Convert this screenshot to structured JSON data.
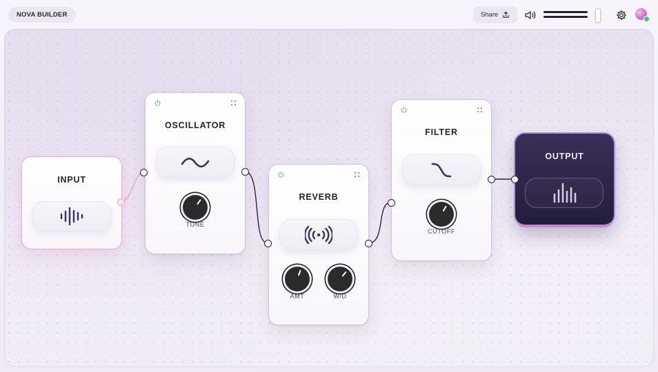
{
  "app": {
    "title": "NOVA BUILDER"
  },
  "toolbar": {
    "share_label": "Share",
    "volume_level": 0.85
  },
  "nodes": {
    "input": {
      "title": "INPUT"
    },
    "oscillator": {
      "title": "OSCILLATOR",
      "knobs": [
        {
          "label": "TUNE"
        }
      ]
    },
    "reverb": {
      "title": "REVERB",
      "knobs": [
        {
          "label": "AMT"
        },
        {
          "label": "W/D"
        }
      ]
    },
    "filter": {
      "title": "FILTER",
      "knobs": [
        {
          "label": "CUTOFF"
        }
      ]
    },
    "output": {
      "title": "OUTPUT"
    }
  },
  "colors": {
    "accent": "#2d2640",
    "input_border": "#f0b3cb",
    "output_bg": "#2b2344",
    "output_glow": "#a793e0",
    "status_online": "#3ccb6e"
  },
  "icons": [
    "power-icon",
    "drag-handle-icon",
    "waveform-icon",
    "sine-wave-icon",
    "reverb-waves-icon",
    "filter-curve-icon",
    "bars-meter-icon",
    "share-icon",
    "volume-icon",
    "gear-icon"
  ]
}
